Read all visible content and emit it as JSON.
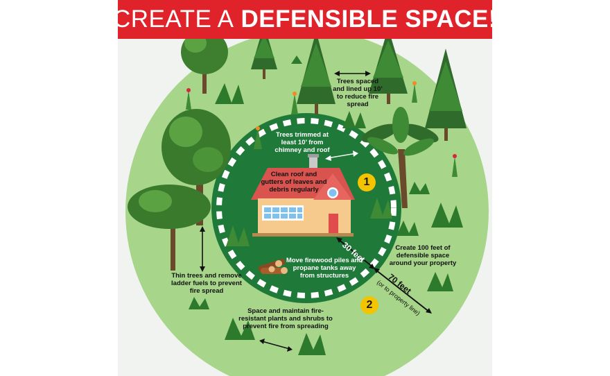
{
  "title": {
    "light": "CREATE A",
    "bold": "DEFENSIBLE SPACE!"
  },
  "zones": [
    {
      "number": "1"
    },
    {
      "number": "2"
    }
  ],
  "distances": {
    "inner": "30 feet",
    "outer": "70 feet",
    "outer_note": "(or to property line)"
  },
  "callouts": {
    "trees_spaced": "Trees spaced and lined up 10’ to reduce fire spread",
    "trees_trimmed": "Trees trimmed at least 10’ from chimney and roof",
    "clean_roof": "Clean roof and gutters of leaves and debris regularly",
    "move_firewood": "Move firewood piles and propane tanks away from structures",
    "create_100": "Create 100 feet of defensible space around your property",
    "thin_trees": "Thin trees and remove ladder fuels to prevent fire spread",
    "space_plants": "Space and maintain fire-resistant plants and shrubs to prevent fire from spreading"
  },
  "colors": {
    "banner": "#e0232b",
    "outer_zone": "#a7d58a",
    "inner_zone": "#1f7a3a",
    "zone_badge": "#f5c400"
  }
}
